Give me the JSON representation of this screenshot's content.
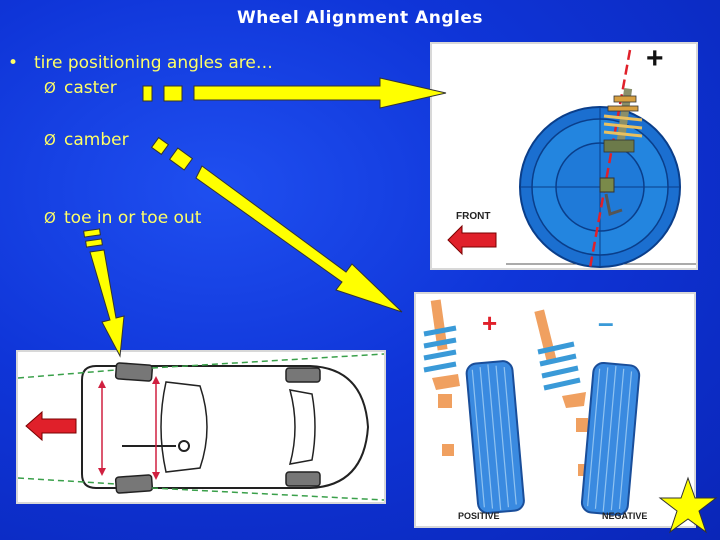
{
  "slide": {
    "title": "Wheel Alignment Angles",
    "bullet_marker": "•",
    "bullet_text": "tire positioning angles are…",
    "sub_marker": "Ø",
    "subitems": [
      {
        "label": "caster"
      },
      {
        "label": "camber"
      },
      {
        "label": "toe in or toe out"
      }
    ]
  },
  "caster_panel": {
    "plus_label": "+",
    "front_label": "FRONT"
  },
  "camber_panel": {
    "plus_label": "+",
    "minus_label": "–",
    "positive_label": "POSITIVE",
    "negative_label": "NEGATIVE"
  },
  "colors": {
    "background": "#0f35d8",
    "text": "#ffff66",
    "arrow": "#ffff00",
    "tire": "#2a7fd8",
    "spring": "#3a9ad8",
    "strut": "#f0a060",
    "front_arrow": "#e0202a",
    "star": "#ffff00"
  },
  "icons": [
    "bullet-dot-icon",
    "arrow-bullet-icon",
    "red-front-arrow-icon",
    "star-icon"
  ]
}
